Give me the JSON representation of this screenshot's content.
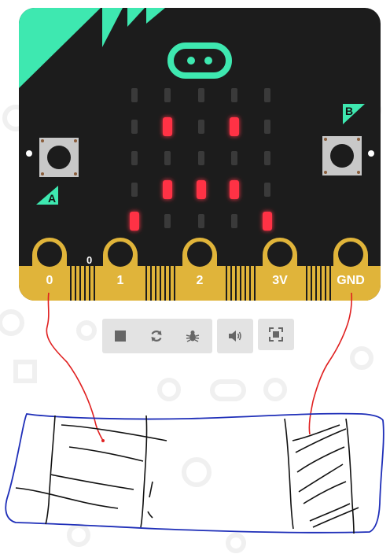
{
  "simulator": {
    "board_name": "micro:bit",
    "pins": [
      {
        "id": "pin0",
        "label": "0"
      },
      {
        "id": "pin1",
        "label": "1"
      },
      {
        "id": "pin2",
        "label": "2"
      },
      {
        "id": "pin3v",
        "label": "3V"
      },
      {
        "id": "pingnd",
        "label": "GND"
      }
    ],
    "pin0_extra_value": "0",
    "button_a_label": "A",
    "button_b_label": "B",
    "led_matrix": [
      [
        0,
        0,
        0,
        0,
        0
      ],
      [
        0,
        1,
        0,
        1,
        0
      ],
      [
        0,
        0,
        0,
        0,
        0
      ],
      [
        0,
        1,
        1,
        1,
        0
      ],
      [
        1,
        0,
        0,
        0,
        1
      ]
    ],
    "colors": {
      "board": "#1c1c1c",
      "accent": "#3ee8b0",
      "gold": "#e0b43a",
      "led_on": "#ff3045",
      "led_off": "#3a3a3a",
      "wire": "#e02020",
      "sketch": "#2030c0"
    }
  },
  "toolbar": {
    "buttons": [
      {
        "name": "stop",
        "icon": "stop-icon"
      },
      {
        "name": "restart",
        "icon": "restart-icon"
      },
      {
        "name": "debug",
        "icon": "bug-icon"
      },
      {
        "name": "mute",
        "icon": "speaker-icon"
      },
      {
        "name": "screenshot",
        "icon": "screenshot-icon"
      }
    ]
  }
}
